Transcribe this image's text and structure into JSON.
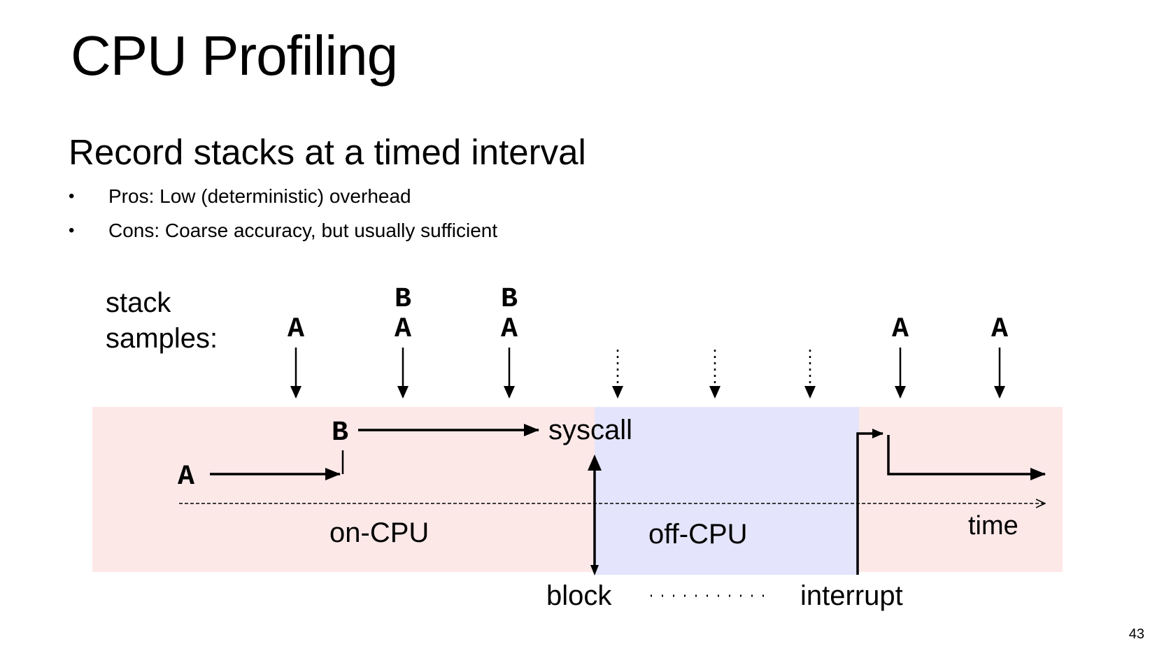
{
  "slide": {
    "title": "CPU Profiling",
    "subtitle": "Record stacks at a timed interval",
    "bullets": [
      "Pros: Low (deterministic) overhead",
      "Cons: Coarse accuracy, but usually sufficient"
    ],
    "page_number": "43"
  },
  "diagram": {
    "samples_label_line1": "stack",
    "samples_label_line2": "samples:",
    "samples": [
      {
        "frames": [
          "A"
        ],
        "kind": "on-cpu"
      },
      {
        "frames": [
          "B",
          "A"
        ],
        "kind": "on-cpu"
      },
      {
        "frames": [
          "B",
          "A"
        ],
        "kind": "on-cpu"
      },
      {
        "frames": [],
        "kind": "off-cpu"
      },
      {
        "frames": [],
        "kind": "off-cpu"
      },
      {
        "frames": [],
        "kind": "off-cpu"
      },
      {
        "frames": [
          "A"
        ],
        "kind": "on-cpu"
      },
      {
        "frames": [
          "A"
        ],
        "kind": "on-cpu"
      }
    ],
    "func_a": "A",
    "func_b": "B",
    "syscall_label": "syscall",
    "on_cpu_label": "on-CPU",
    "off_cpu_label": "off-CPU",
    "time_label": "time",
    "block_label": "block",
    "interrupt_label": "interrupt",
    "colors": {
      "on_cpu_region": "#fde8e8",
      "off_cpu_region": "#e4e4fc",
      "ink": "#000000"
    }
  }
}
